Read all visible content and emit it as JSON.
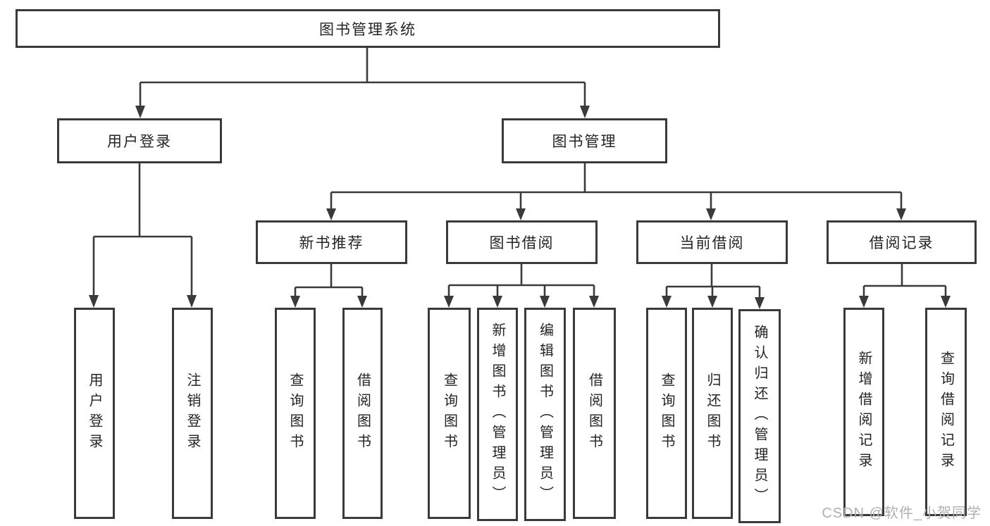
{
  "diagram": {
    "title": "图书管理系统",
    "nodes": {
      "root": "图书管理系统",
      "user_login": "用户登录",
      "book_mgmt": "图书管理",
      "new_book_rec": "新书推荐",
      "book_borrow": "图书借阅",
      "current_borrow": "当前借阅",
      "borrow_record": "借阅记录",
      "leaf_user_login": "用户登录",
      "leaf_logout": "注销登录",
      "leaf_query_book_rec": "查询图书",
      "leaf_borrow_book_rec": "借阅图书",
      "leaf_query_book_borrow": "查询图书",
      "leaf_add_book": "新增图书（管理员）",
      "leaf_edit_book": "编辑图书（管理员）",
      "leaf_borrow_book_borrow": "借阅图书",
      "leaf_query_book_current": "查询图书",
      "leaf_return_book": "归还图书",
      "leaf_confirm_return": "确认归还（管理员）",
      "leaf_add_borrow_record": "新增借阅记录",
      "leaf_query_borrow_record": "查询借阅记录"
    },
    "hierarchy": {
      "图书管理系统": {
        "用户登录": [
          "用户登录",
          "注销登录"
        ],
        "图书管理": {
          "新书推荐": [
            "查询图书",
            "借阅图书"
          ],
          "图书借阅": [
            "查询图书",
            "新增图书（管理员）",
            "编辑图书（管理员）",
            "借阅图书"
          ],
          "当前借阅": [
            "查询图书",
            "归还图书",
            "确认归还（管理员）"
          ],
          "借阅记录": [
            "新增借阅记录",
            "查询借阅记录"
          ]
        }
      }
    },
    "watermark": "CSDN @软件_小贺同学",
    "colors": {
      "line": "#3a3a3a",
      "text": "#242424",
      "watermark": "#b0b0b0",
      "background": "#ffffff"
    }
  }
}
